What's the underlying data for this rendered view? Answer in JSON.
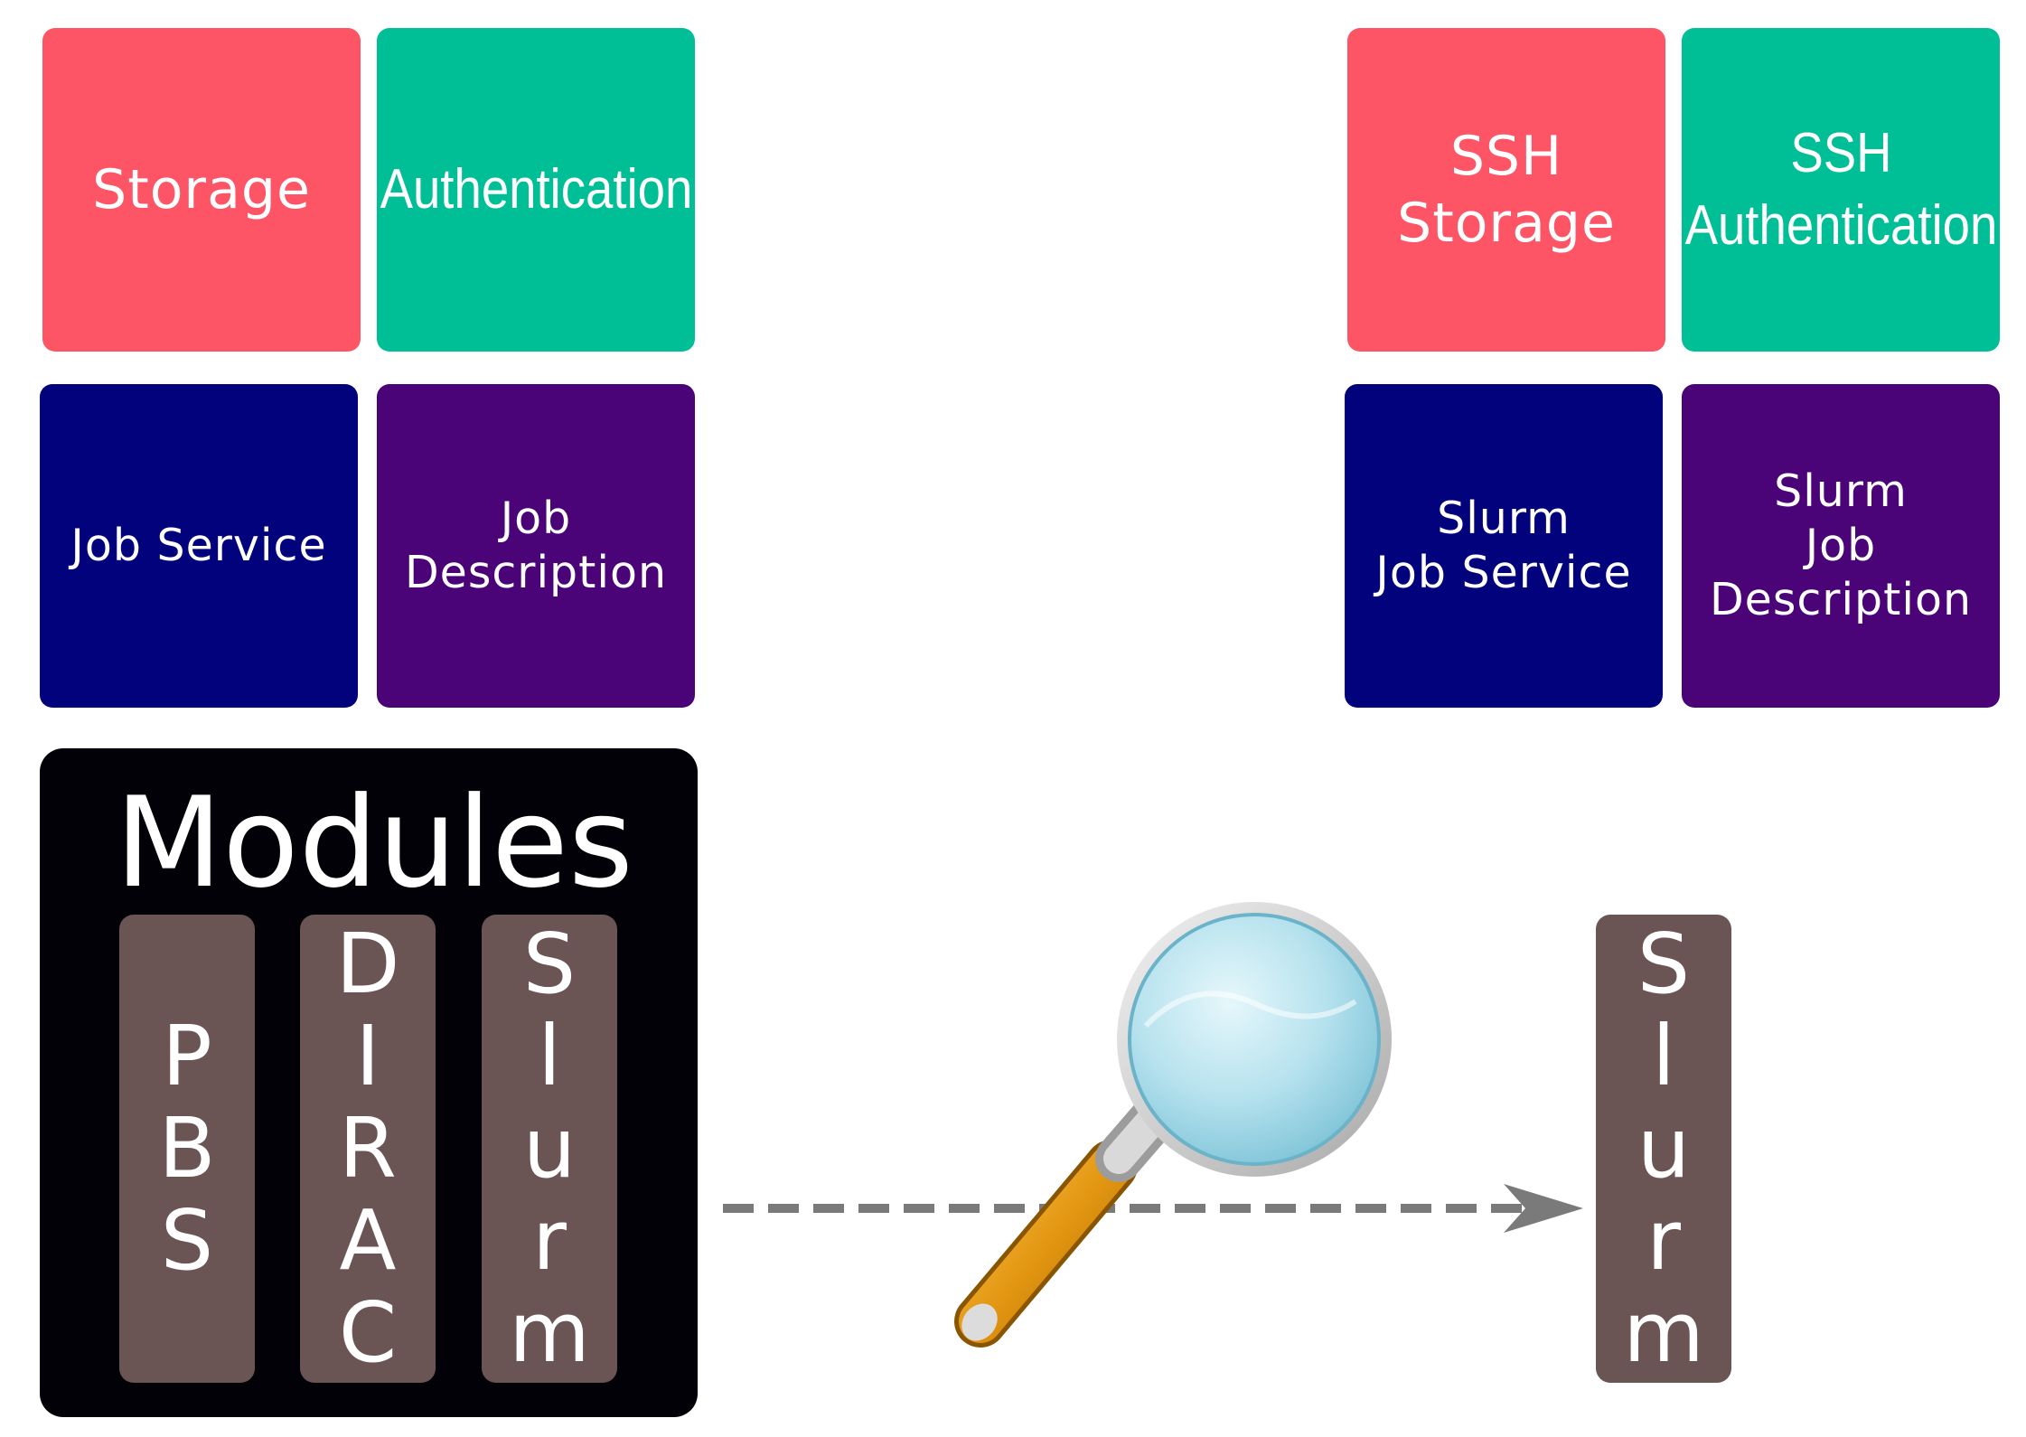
{
  "tiles_left": {
    "storage": "Storage",
    "authentication": "Authentication",
    "job_service": "Job Service",
    "job_description": "Job\nDescription"
  },
  "tiles_right": {
    "storage": "SSH\nStorage",
    "authentication": "SSH\nAuthentication",
    "job_service": "Slurm\nJob Service",
    "job_description": "Slurm\nJob\nDescription"
  },
  "modules": {
    "title": "Modules",
    "columns": [
      "P\nB\nS",
      "D\nI\nR\nA\nC",
      "S\nl\nu\nr\nm"
    ]
  },
  "selected_module": "S\nl\nu\nr\nm",
  "colors": {
    "storage": "#fe5566",
    "authentication": "#00bf96",
    "job_service": "#02027c",
    "job_description": "#4b0477",
    "modules_bg": "#020108",
    "module_column": "#6b5554",
    "arrow": "#7a7a7a"
  },
  "icons": [
    "magnifying-glass-icon",
    "dashed-arrow-icon"
  ]
}
